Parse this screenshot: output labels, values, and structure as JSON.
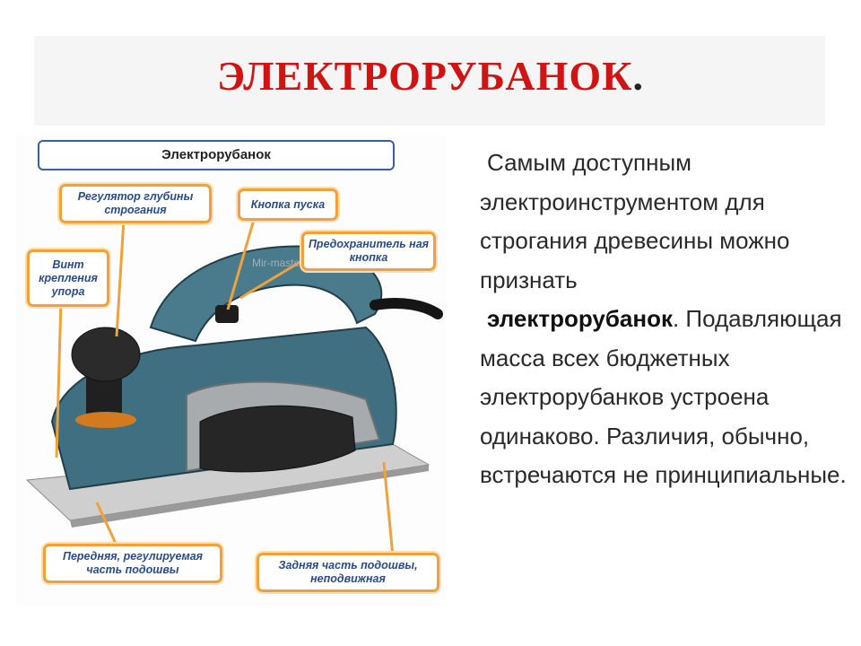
{
  "title": {
    "text": "ЭЛЕКТРОРУБАНОК",
    "dot": "."
  },
  "diagram": {
    "header": "Электрорубанок",
    "watermark": "Mir-mastera.ru",
    "callouts": {
      "depth_regulator": "Регулятор глубины строгания",
      "start_button": "Кнопка пуска",
      "safety_button": "Предохранитель ная кнопка",
      "stop_screw": "Винт крепления упора",
      "front_sole": "Передняя, регулируемая часть подошвы",
      "rear_sole": "Задняя часть подошвы, неподвижная"
    }
  },
  "body": {
    "para1": "Самым доступным электроинструментом для строгания древесины можно признать",
    "highlight": "электрорубанок",
    "para2": ". Подавляющая масса всех бюджетных электрорубанков устроена одинаково. Различия, обычно, встречаются не принципиальные."
  },
  "colors": {
    "title": "#d01414",
    "callout_border": "#f0a13b",
    "callout_text": "#2b4b86",
    "tool_body": "#3f6f80"
  }
}
